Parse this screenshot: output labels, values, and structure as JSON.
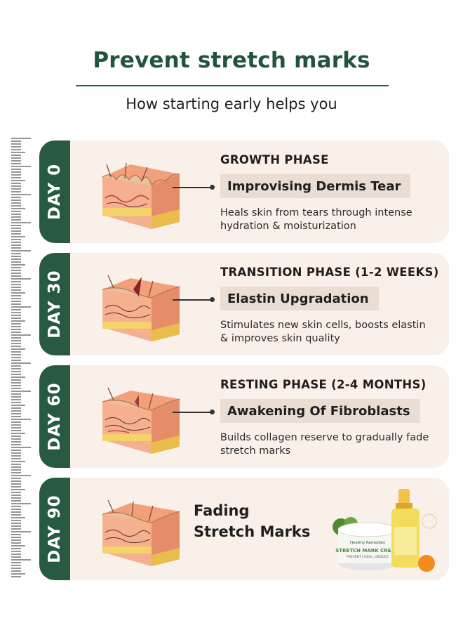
{
  "header": {
    "title": "Prevent stretch marks",
    "subtitle": "How starting early helps you"
  },
  "cards": [
    {
      "day": "DAY 0",
      "phase": "GROWTH PHASE",
      "highlight": "Improvising Dermis Tear",
      "description": "Heals skin from tears through intense hydration & moisturization"
    },
    {
      "day": "DAY 30",
      "phase": "TRANSITION PHASE (1-2 WEEKS)",
      "highlight": "Elastin Upgradation",
      "description": "Stimulates new skin cells, boosts elastin & improves skin quality"
    },
    {
      "day": "DAY 60",
      "phase": "RESTING PHASE (2-4 MONTHS)",
      "highlight": "Awakening Of Fibroblasts",
      "description": "Builds collagen reserve to gradually fade stretch marks"
    },
    {
      "day": "DAY 90",
      "result_line1": "Fading",
      "result_line2": "Stretch Marks"
    }
  ],
  "product": {
    "jar_brand": "Healthy Remedies",
    "jar_label": "STRETCH MARK CREAM",
    "jar_sublabel": "PREVENT | HEAL | REDUCE"
  },
  "colors": {
    "brand_green": "#275a40",
    "title_green": "#22543d",
    "card_bg": "#faf0ea",
    "highlight_bg": "#eaddd3"
  },
  "icons": [
    "ruler-scale",
    "skin-layer-icon",
    "product-jar",
    "serum-bottle"
  ]
}
